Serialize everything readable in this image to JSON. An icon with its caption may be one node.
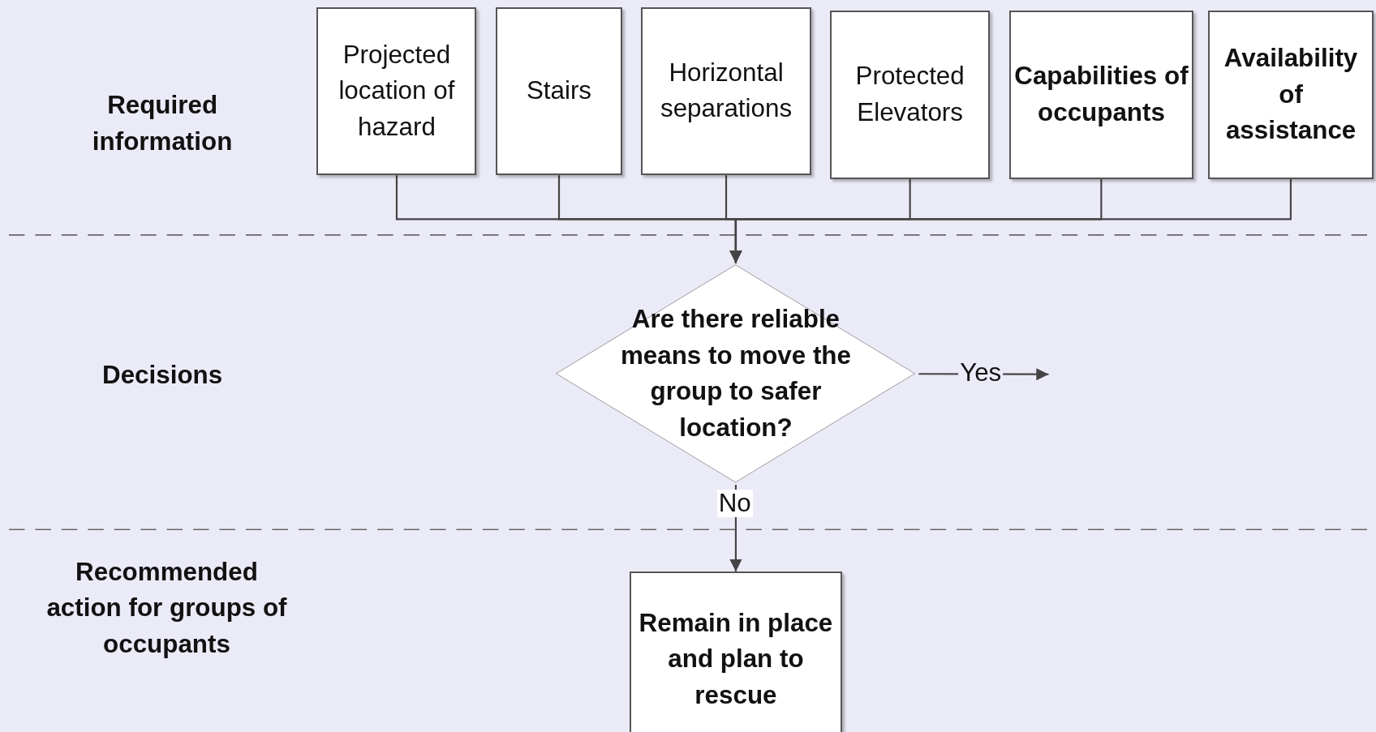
{
  "diagram": {
    "nodes": [
      {
        "text": [
          "Projected location of hazard"
        ]
      },
      {
        "text": [
          "Stairs"
        ]
      },
      {
        "text": [
          "Horizontal separations"
        ]
      },
      {
        "text": [
          "Protected Elevators"
        ]
      },
      {
        "text": [
          "Capabilities of occupants"
        ]
      },
      {
        "text": [
          "Availability of assistance"
        ]
      },
      {
        "text": [
          "Are there reliable means to move the group to safer location?"
        ]
      },
      {
        "text": [
          "Remain in place and plan to rescue"
        ]
      }
    ],
    "edges": [
      {
        "from": 0,
        "to": 6,
        "arrow": "to"
      },
      {
        "from": 1,
        "to": 6,
        "arrow": "to"
      },
      {
        "from": 2,
        "to": 6,
        "arrow": "to"
      },
      {
        "from": 3,
        "to": 6,
        "arrow": "to"
      },
      {
        "from": 4,
        "to": 6,
        "arrow": "to"
      },
      {
        "from": 5,
        "to": 6,
        "arrow": "to"
      },
      {
        "from": 6,
        "to": null,
        "arrow": "to",
        "label": "Yes"
      },
      {
        "from": 6,
        "to": 7,
        "arrow": "to",
        "label": "No"
      }
    ],
    "labels": [
      "Required information",
      "Decisions",
      "Recommended action for groups of occupants"
    ]
  }
}
